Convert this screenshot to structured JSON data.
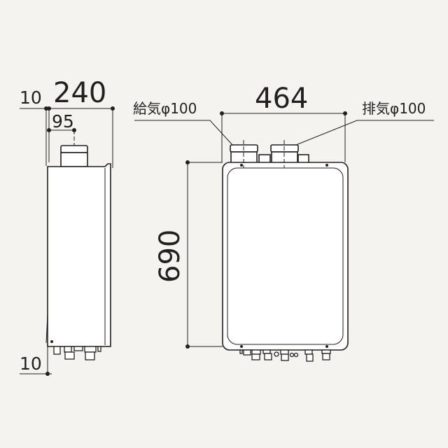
{
  "side_view": {
    "top_offset": "10",
    "depth": "240",
    "flue_offset": "95",
    "bottom_offset": "10"
  },
  "front_view": {
    "width": "464",
    "height": "690",
    "intake_label": "給気φ100",
    "exhaust_label": "排気φ100"
  },
  "colors": {
    "background": "#f4f3f0",
    "line": "#231f20",
    "body": "#ffffff"
  }
}
